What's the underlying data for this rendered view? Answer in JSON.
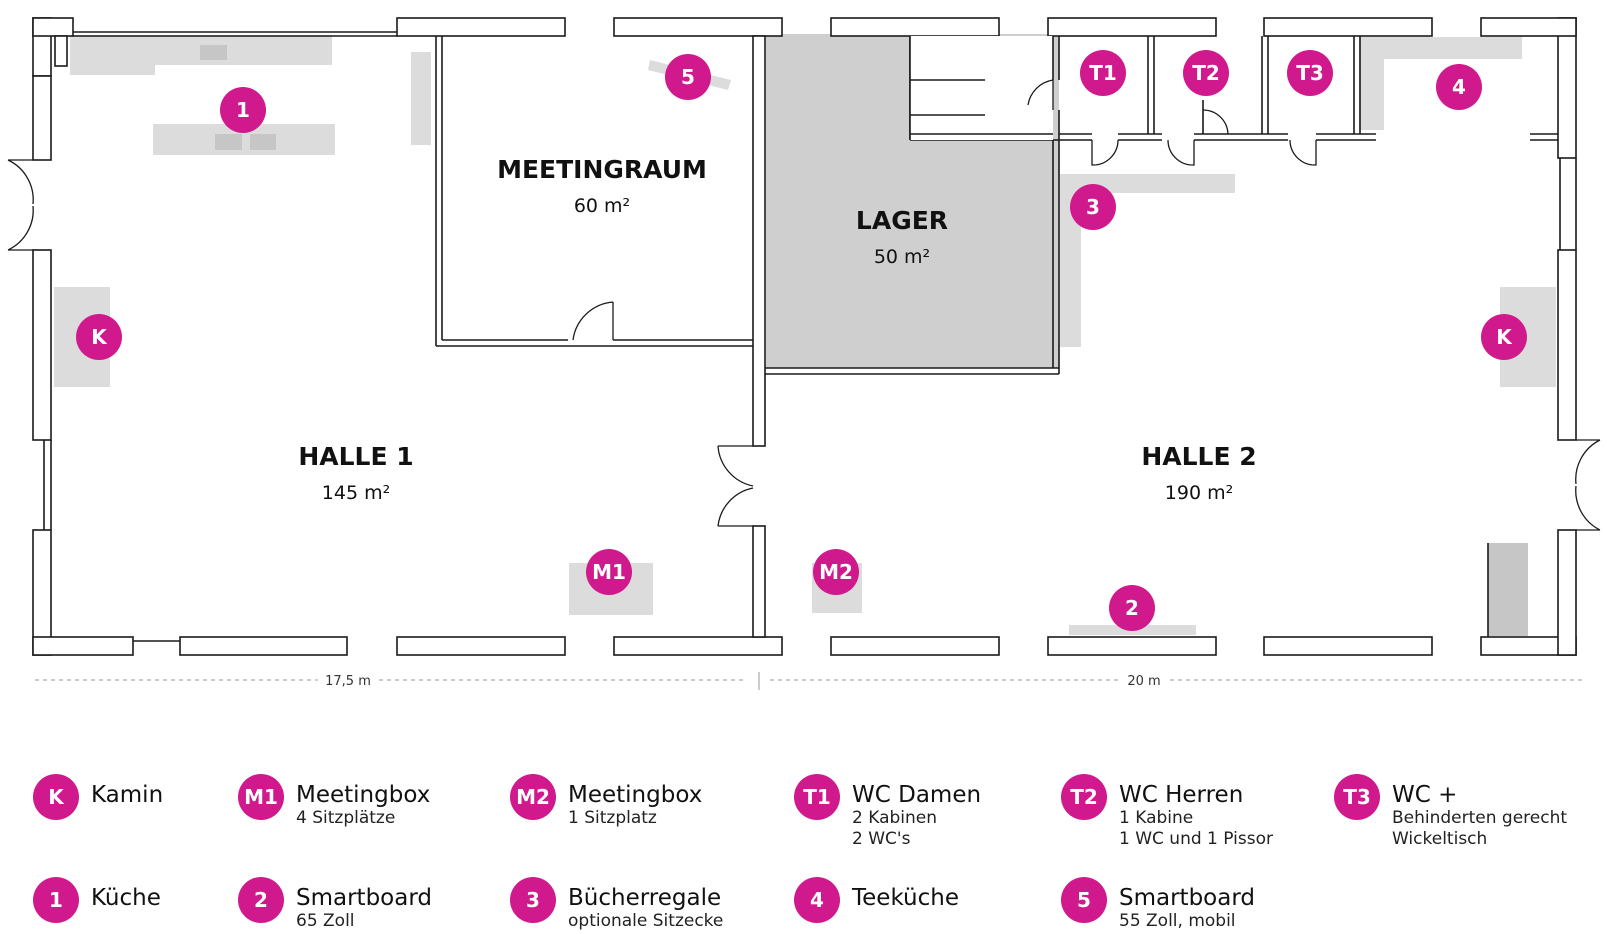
{
  "rooms": {
    "halle1": {
      "name": "HALLE 1",
      "area": "145 m²"
    },
    "meeting": {
      "name": "MEETINGRAUM",
      "area": "60 m²"
    },
    "lager": {
      "name": "LAGER",
      "area": "50 m²"
    },
    "halle2": {
      "name": "HALLE 2",
      "area": "190 m²"
    }
  },
  "dimensions": {
    "left": "17,5 m",
    "right": "20 m"
  },
  "markers": {
    "k": "K",
    "m1": "M1",
    "m2": "M2",
    "t1": "T1",
    "t2": "T2",
    "t3": "T3",
    "n1": "1",
    "n2": "2",
    "n3": "3",
    "n4": "4",
    "n5": "5"
  },
  "legend": [
    {
      "badge": "K",
      "title": "Kamin",
      "sub1": "",
      "sub2": ""
    },
    {
      "badge": "M1",
      "title": "Meetingbox",
      "sub1": "4 Sitzplätze",
      "sub2": ""
    },
    {
      "badge": "M2",
      "title": "Meetingbox",
      "sub1": "1 Sitzplatz",
      "sub2": ""
    },
    {
      "badge": "T1",
      "title": "WC Damen",
      "sub1": "2 Kabinen",
      "sub2": "2 WC's"
    },
    {
      "badge": "T2",
      "title": "WC Herren",
      "sub1": "1 Kabine",
      "sub2": "1 WC und 1 Pissor"
    },
    {
      "badge": "T3",
      "title": "WC +",
      "sub1": "Behinderten gerecht",
      "sub2": "Wickeltisch"
    },
    {
      "badge": "1",
      "title": "Küche",
      "sub1": "",
      "sub2": ""
    },
    {
      "badge": "2",
      "title": "Smartboard",
      "sub1": "65 Zoll",
      "sub2": ""
    },
    {
      "badge": "3",
      "title": "Bücherregale",
      "sub1": "optionale Sitzecke",
      "sub2": ""
    },
    {
      "badge": "4",
      "title": "Teeküche",
      "sub1": "",
      "sub2": ""
    },
    {
      "badge": "5",
      "title": "Smartboard",
      "sub1": "55 Zoll, mobil",
      "sub2": ""
    }
  ],
  "colors": {
    "accent": "#d0198c",
    "furniture": "#dcdcdc",
    "lager": "#cfcfcf"
  }
}
